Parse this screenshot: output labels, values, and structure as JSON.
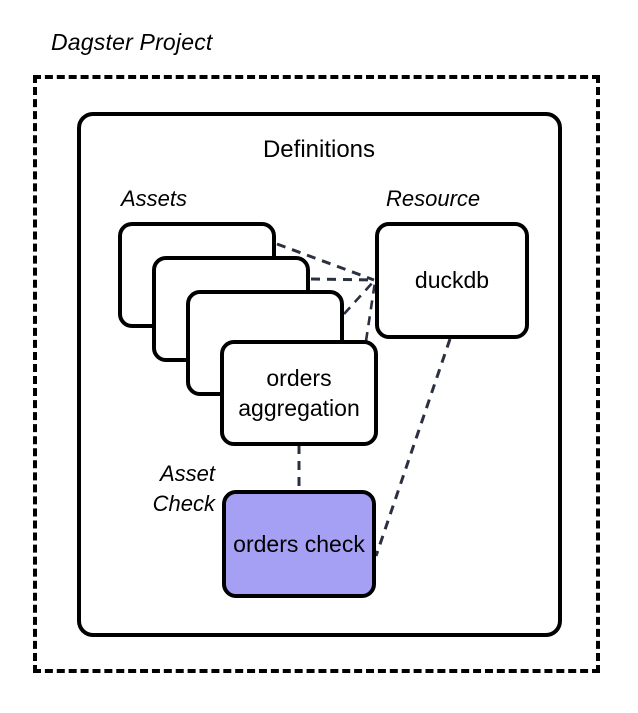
{
  "diagram": {
    "title": "Dagster Project",
    "container": {
      "name": "Definitions",
      "boundary_style": "dashed",
      "inner_style": "solid"
    },
    "groups": {
      "assets_label": "Assets",
      "resource_label": "Resource",
      "asset_check_label_line1": "Asset",
      "asset_check_label_line2": "Check"
    },
    "nodes": {
      "asset_stack": [
        {
          "label": "",
          "kind": "asset"
        },
        {
          "label": "",
          "kind": "asset"
        },
        {
          "label": "",
          "kind": "asset"
        },
        {
          "label": "orders\naggregation",
          "kind": "asset"
        }
      ],
      "resource": {
        "label": "duckdb",
        "kind": "resource"
      },
      "asset_check": {
        "label": "orders\ncheck",
        "kind": "asset-check"
      }
    },
    "colors": {
      "asset_check_fill": "#a6a0f5",
      "stroke": "#000000",
      "connector": "#2b3040",
      "background": "#ffffff"
    },
    "edges": [
      {
        "from": "asset-card-1",
        "to": "resource",
        "style": "dashed"
      },
      {
        "from": "asset-card-2",
        "to": "resource",
        "style": "dashed"
      },
      {
        "from": "asset-card-3",
        "to": "resource",
        "style": "dashed"
      },
      {
        "from": "asset-card-4",
        "to": "resource",
        "style": "dashed"
      },
      {
        "from": "asset-card-4",
        "to": "asset-check",
        "style": "dashed"
      },
      {
        "from": "resource",
        "to": "asset-check",
        "style": "dashed"
      }
    ]
  }
}
